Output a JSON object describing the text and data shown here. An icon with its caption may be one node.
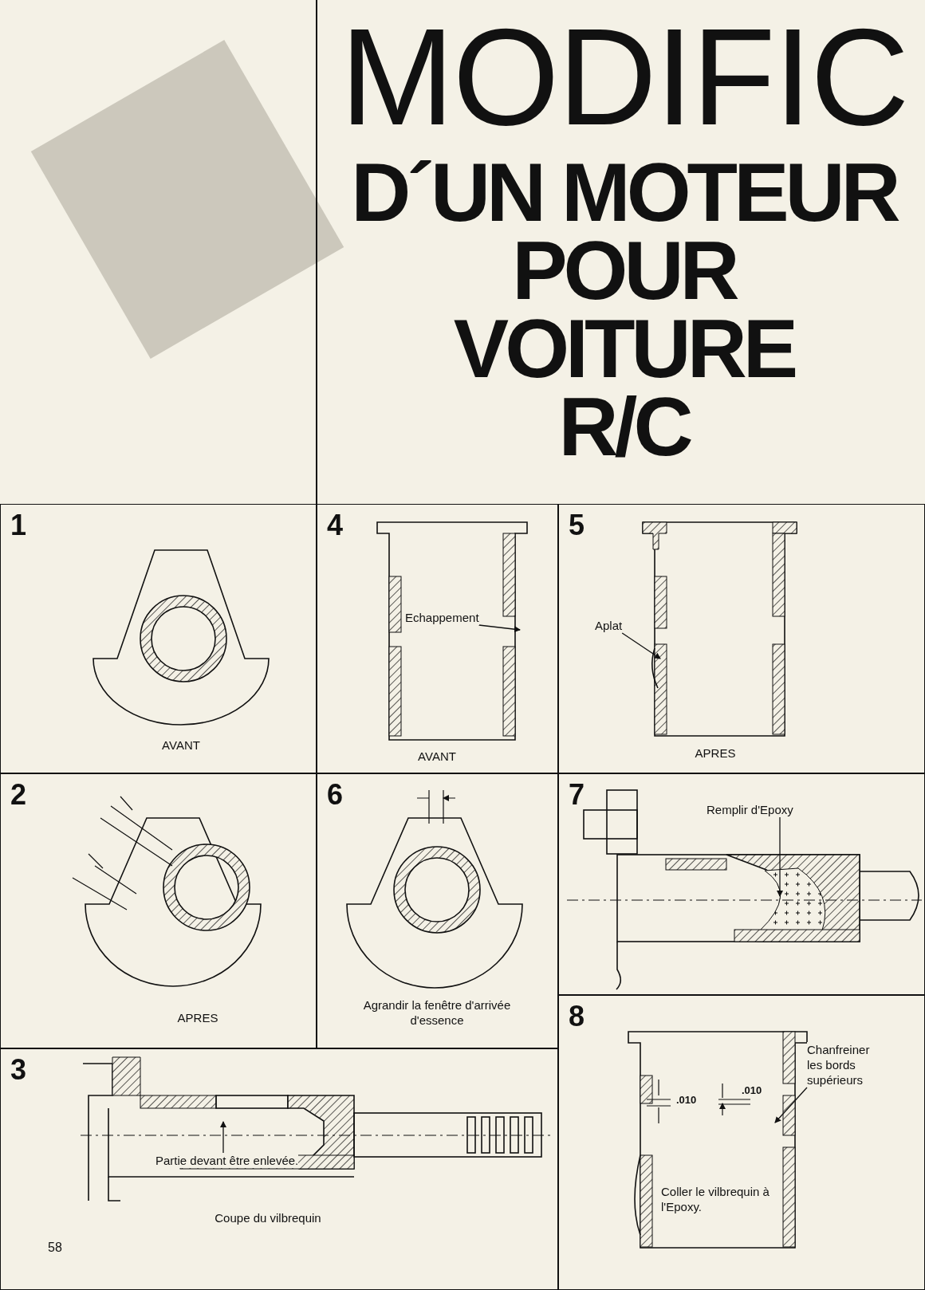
{
  "diagram": {
    "title": "MODIFIC D´UN MOTEUR POUR VOITURE R/C",
    "nodes": [
      {
        "text": [
          "1",
          "AVANT"
        ]
      },
      {
        "text": [
          "4",
          "AVANT"
        ]
      },
      {
        "text": [
          "Echappement"
        ],
        "in": 1
      },
      {
        "text": [
          "5",
          "APRES"
        ]
      },
      {
        "text": [
          "Aplat"
        ],
        "in": 3
      },
      {
        "text": [
          "2",
          "APRES"
        ]
      },
      {
        "text": [
          "6",
          "Agrandir la fenêtre d'arrivée d'essence"
        ]
      },
      {
        "text": [
          "7"
        ]
      },
      {
        "text": [
          "Remplir d'Epoxy"
        ],
        "in": 7
      },
      {
        "text": [
          "3",
          "Coupe du vilbrequin"
        ]
      },
      {
        "text": [
          "Partie devant être enlevée."
        ],
        "in": 9
      },
      {
        "text": [
          "8",
          "Coller le vilbrequin à l'Epoxy."
        ]
      },
      {
        "text": [
          "Chanfreiner les bords supérieurs"
        ],
        "in": 11
      }
    ],
    "edges": [
      {
        "from": 2,
        "to": null,
        "arrow": "to"
      },
      {
        "from": 4,
        "to": null,
        "arrow": "to"
      },
      {
        "from": 8,
        "to": null,
        "arrow": "to"
      },
      {
        "from": 10,
        "to": null,
        "arrow": "to"
      },
      {
        "from": 12,
        "to": null,
        "arrow": "to"
      }
    ],
    "labels": [
      ".010",
      ".010",
      "58"
    ]
  }
}
